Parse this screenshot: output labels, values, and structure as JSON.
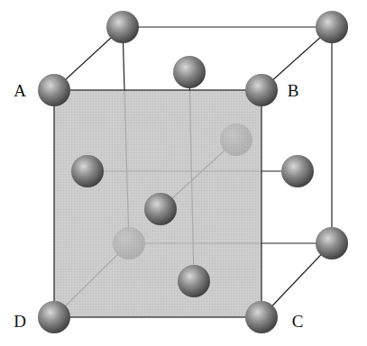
{
  "diagram": {
    "labels": [
      "A",
      "B",
      "D",
      "C"
    ]
  }
}
